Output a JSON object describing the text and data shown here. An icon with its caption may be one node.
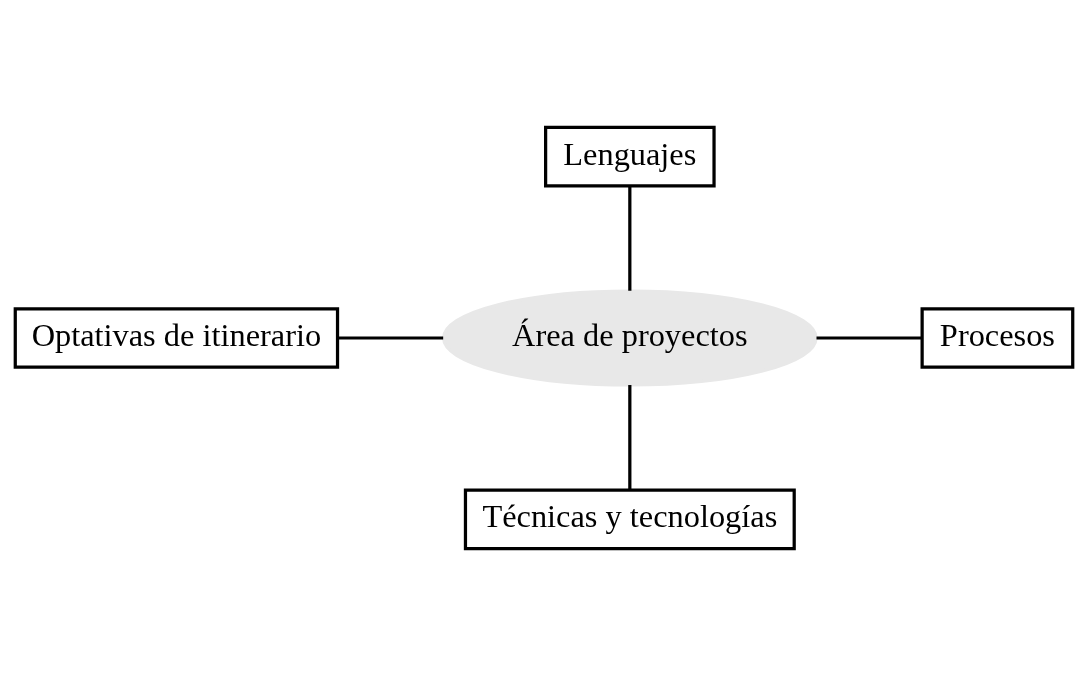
{
  "diagram": {
    "nodes": [
      {
        "text": [
          "Área de proyectos"
        ]
      },
      {
        "text": [
          "Lenguajes"
        ]
      },
      {
        "text": [
          "Optativas de itinerario"
        ]
      },
      {
        "text": [
          "Procesos"
        ]
      },
      {
        "text": [
          "Técnicas y tecnologías"
        ]
      }
    ],
    "edges": [
      {
        "from": 1,
        "to": 0,
        "arrow": "none"
      },
      {
        "from": 2,
        "to": 0,
        "arrow": "none"
      },
      {
        "from": 0,
        "to": 3,
        "arrow": "none"
      },
      {
        "from": 0,
        "to": 4,
        "arrow": "none"
      }
    ]
  }
}
